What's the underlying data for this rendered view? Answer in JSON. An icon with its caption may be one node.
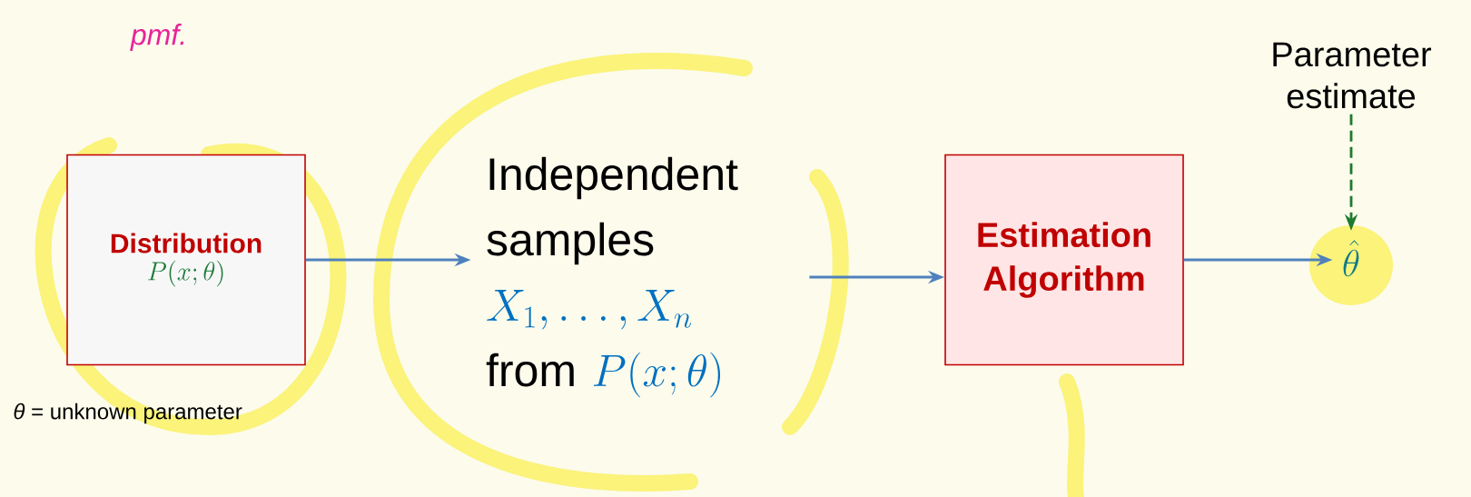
{
  "diagram": {
    "nodes": [
      {
        "text": [
          "Distribution",
          "P(x;\\theta)"
        ],
        "beside": [
          "*θ* = unknown parameter"
        ]
      },
      {
        "text": [
          "Independent samples",
          "X_1, \\ldots, X_n",
          "from",
          "P(x;\\theta)"
        ]
      },
      {
        "text": [
          "Estimation Algorithm"
        ]
      },
      {
        "text": [
          "\\hat{\\theta}"
        ]
      },
      {
        "text": [
          "Parameter estimate"
        ]
      }
    ],
    "edges": [
      {
        "from": 0,
        "to": 1,
        "arrow": "to"
      },
      {
        "from": 1,
        "to": 2,
        "arrow": "to"
      },
      {
        "from": 2,
        "to": 3,
        "arrow": "to"
      },
      {
        "from": 4,
        "to": 3,
        "arrow": "to",
        "style": "dashed",
        "color": "#1e7b2e"
      }
    ],
    "labels": [
      "pmf."
    ]
  }
}
